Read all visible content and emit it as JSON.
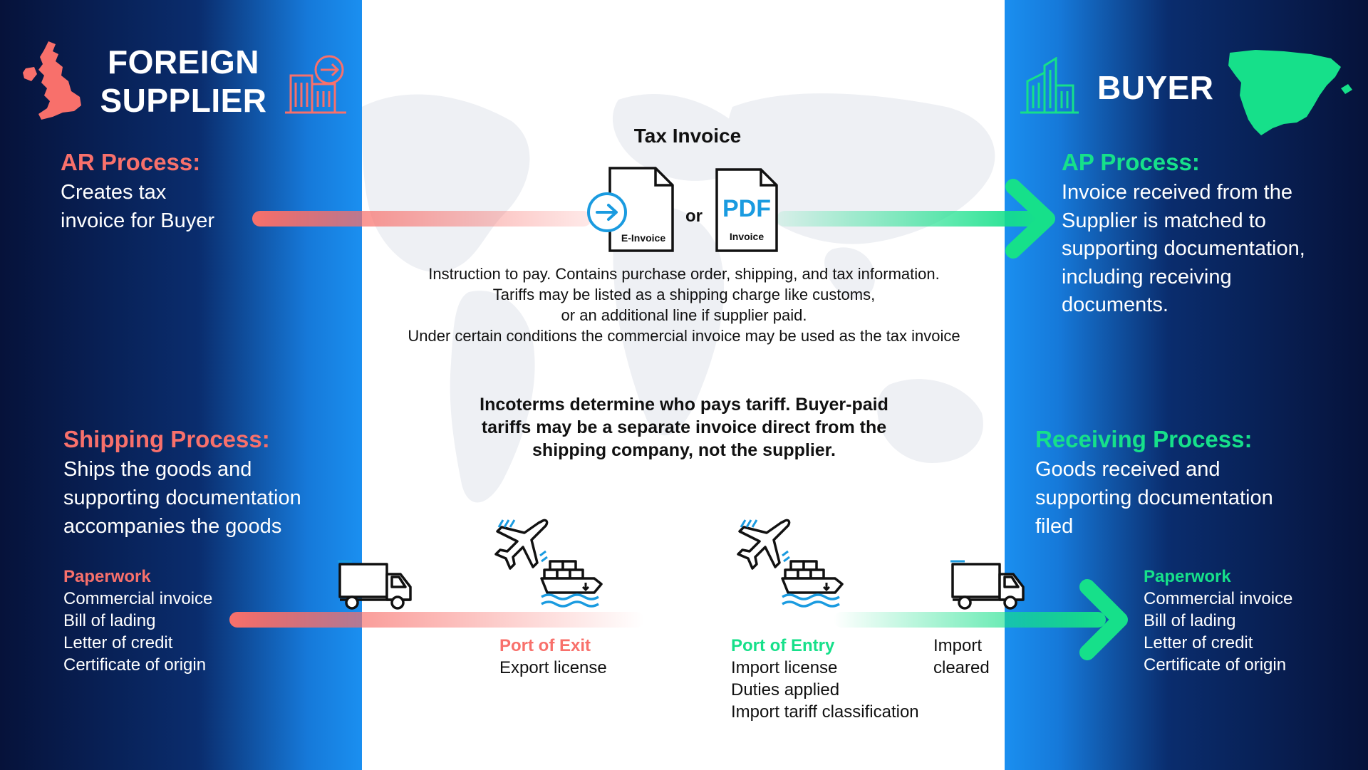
{
  "supplier": {
    "title_line1": "FOREIGN",
    "title_line2": "SUPPLIER",
    "ar_heading": "AR Process:",
    "ar_line1": "Creates tax",
    "ar_line2": "invoice for Buyer",
    "ship_heading": "Shipping Process:",
    "ship_line1": "Ships the goods and",
    "ship_line2": "supporting documentation",
    "ship_line3": "accompanies the goods",
    "paperwork_heading": "Paperwork",
    "paperwork": [
      "Commercial invoice",
      "Bill of lading",
      "Letter of credit",
      "Certificate of origin"
    ]
  },
  "buyer": {
    "title": "BUYER",
    "ap_heading": "AP Process:",
    "ap_line1": "Invoice received from the",
    "ap_line2": "Supplier is matched to",
    "ap_line3": "supporting documentation,",
    "ap_line4": "including receiving",
    "ap_line5": "documents.",
    "recv_heading": "Receiving Process:",
    "recv_line1": "Goods received and",
    "recv_line2": "supporting documentation",
    "recv_line3": "filed",
    "paperwork_heading": "Paperwork",
    "paperwork": [
      "Commercial invoice",
      "Bill of lading",
      "Letter of credit",
      "Certificate of origin"
    ]
  },
  "invoice": {
    "title": "Tax Invoice",
    "einvoice_label": "E-Invoice",
    "or_label": "or",
    "pdf_text": "PDF",
    "pdf_label": "Invoice",
    "desc_line1": "Instruction to pay. Contains purchase order, shipping, and tax information.",
    "desc_line2": "Tariffs may be listed as a shipping charge like customs,",
    "desc_line3": "or an additional line if supplier paid.",
    "desc_line4": "Under certain conditions the commercial invoice may be used as the tax invoice"
  },
  "incoterms": {
    "line1": "Incoterms determine who pays tariff. Buyer-paid",
    "line2": "tariffs may be a separate invoice direct from the",
    "line3": "shipping company, not the supplier."
  },
  "port_exit": {
    "heading": "Port of Exit",
    "line1": "Export license"
  },
  "port_entry": {
    "heading": "Port of Entry",
    "line1": "Import license",
    "line2": "Duties applied",
    "line3": "Import tariff classification"
  },
  "import_cleared": {
    "line1": "Import",
    "line2": "cleared"
  },
  "colors": {
    "supplier_accent": "#f8706b",
    "buyer_accent": "#16e08a",
    "panel_dark": "#06123a",
    "panel_blue": "#1a8ff0",
    "einvoice_blue": "#1a9be0"
  },
  "icons": [
    "uk-map-icon",
    "building-arrow-icon",
    "building-icon",
    "spain-map-icon",
    "einvoice-document-icon",
    "pdf-document-icon",
    "truck-icon",
    "plane-icon",
    "cargo-ship-icon",
    "world-map-background"
  ]
}
